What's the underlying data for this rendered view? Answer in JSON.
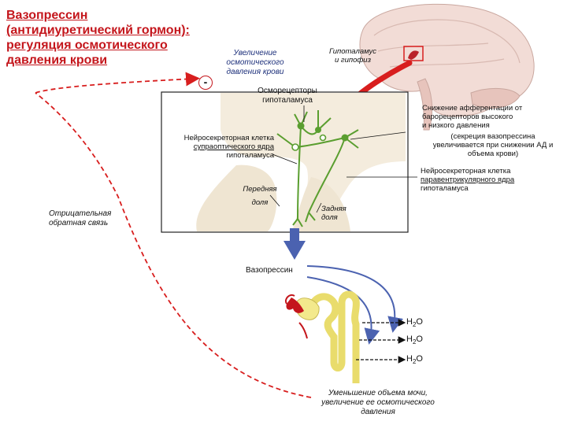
{
  "title": {
    "line1": "Вазопрессин",
    "line2": "(антидиуретический гормон):",
    "line3": "регуляция осмотического",
    "line4": "давления крови"
  },
  "feedback": {
    "sign": "-",
    "label_line1": "Отрицательная",
    "label_line2": "обратная связь"
  },
  "stimulus": {
    "line1": "Увеличение",
    "line2": "осмотического",
    "line3": "давления крови"
  },
  "brain_label": {
    "line1": "Гипоталамус",
    "line2": "и гипофиз"
  },
  "osmoreceptors": {
    "line1": "Осморецепторы",
    "line2": "гипоталамуса"
  },
  "baroreceptors": {
    "line1": "Снижение афферентации от",
    "line2": "барорецепторов высокого",
    "line3": "и низкого давления",
    "line4": "(секреция вазопрессина",
    "line5": "увеличивается при снижении АД и",
    "line6": "объема крови)"
  },
  "supraoptic": {
    "line1": "Нейросекреторная клетка",
    "line2": "супраоптического ядра",
    "line3": "гипоталамуса"
  },
  "paraventricular": {
    "line1": "Нейросекреторная клетка",
    "line2": "паравентрикулярного ядра",
    "line3": "гипоталамуса"
  },
  "anterior_lobe": {
    "line1": "Передняя",
    "line2": "доля"
  },
  "posterior_lobe": {
    "line1": "Задняя",
    "line2": "доля"
  },
  "hormone_label": "Вазопрессин",
  "water": {
    "h": "H",
    "sub": "2",
    "o": "O"
  },
  "outcome": {
    "line1": "Уменьшение объема мочи,",
    "line2": "увеличение ее осмотического",
    "line3": "давления"
  },
  "colors": {
    "title_red": "#c4161c",
    "neuron_green": "#5a9e2f",
    "arrow_blue": "#3f57a8",
    "nephron_yellow": "#f3e98c",
    "feedback_red": "#d81e1e"
  }
}
